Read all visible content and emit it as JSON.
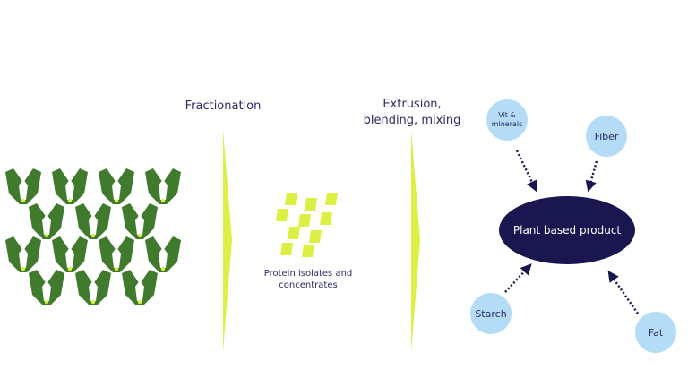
{
  "diagram": {
    "step1_label": "Fractionation",
    "step2_label_line1": "Extrusion,",
    "step2_label_line2": "blending, mixing",
    "protein_label_line1": "Protein isolates and",
    "protein_label_line2": "concentrates",
    "product_label": "Plant based product",
    "inputs": {
      "vit_minerals_line1": "Vit &",
      "vit_minerals_line2": "minerals",
      "fiber": "Fiber",
      "starch": "Starch",
      "fat": "Fat"
    }
  },
  "colors": {
    "leaf_green": "#3f7a2d",
    "lime": "#dcf043",
    "navy": "#1a1750",
    "light_blue": "#b4dcf7",
    "text_navy": "#2b2a63"
  },
  "icons": [
    "pea-pod-icon",
    "protein-crystal-icon",
    "process-arrow-icon",
    "dotted-arrow-icon"
  ]
}
